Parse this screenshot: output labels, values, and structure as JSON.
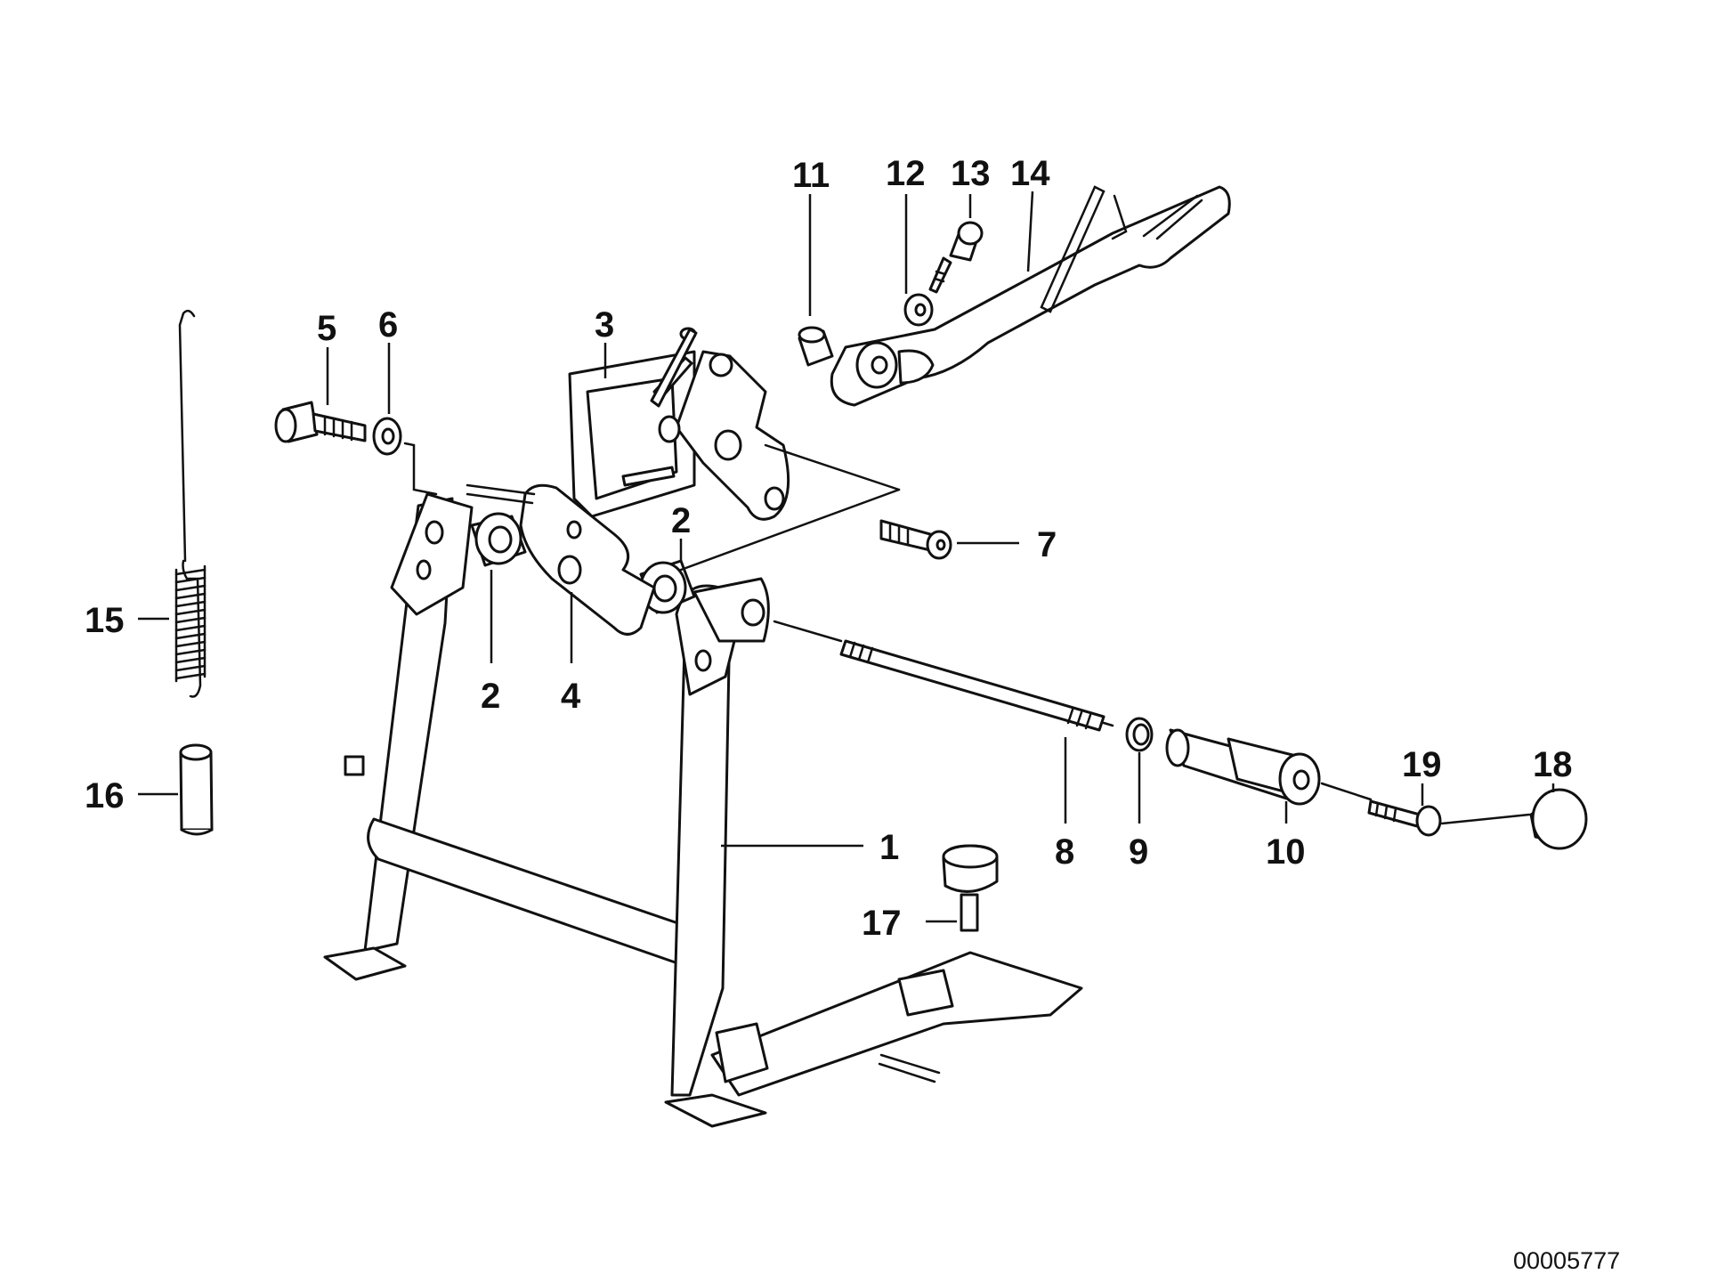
{
  "callouts": [
    {
      "id": "c11",
      "label": "11"
    },
    {
      "id": "c12",
      "label": "12"
    },
    {
      "id": "c13",
      "label": "13"
    },
    {
      "id": "c14",
      "label": "14"
    },
    {
      "id": "c5",
      "label": "5"
    },
    {
      "id": "c6",
      "label": "6"
    },
    {
      "id": "c3",
      "label": "3"
    },
    {
      "id": "c7",
      "label": "7"
    },
    {
      "id": "c2a",
      "label": "2"
    },
    {
      "id": "c2b",
      "label": "2"
    },
    {
      "id": "c4",
      "label": "4"
    },
    {
      "id": "c15",
      "label": "15"
    },
    {
      "id": "c16",
      "label": "16"
    },
    {
      "id": "c1",
      "label": "1"
    },
    {
      "id": "c8",
      "label": "8"
    },
    {
      "id": "c9",
      "label": "9"
    },
    {
      "id": "c10",
      "label": "10"
    },
    {
      "id": "c19",
      "label": "19"
    },
    {
      "id": "c18",
      "label": "18"
    },
    {
      "id": "c17",
      "label": "17"
    }
  ],
  "drawing_number": "00005777"
}
